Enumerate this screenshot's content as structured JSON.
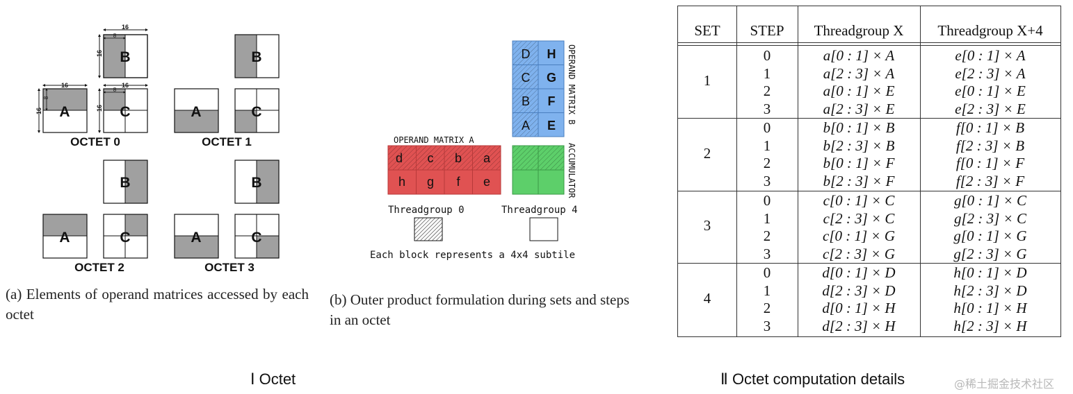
{
  "figure_a": {
    "octets": [
      "OCTET 0",
      "OCTET 1",
      "OCTET 2",
      "OCTET 3"
    ],
    "labels": {
      "a": "A",
      "b": "B",
      "c": "C"
    },
    "dims": {
      "d16": "16",
      "d8": "8"
    },
    "caption": "(a) Elements of operand matrices accessed by each octet"
  },
  "figure_b": {
    "matrix_a_label": "OPERAND MATRIX A",
    "matrix_b_label": "OPERAND MATRIX B",
    "accumulator_label": "ACCUMULATOR",
    "a_top_row": [
      "d",
      "c",
      "b",
      "a"
    ],
    "a_bottom_row": [
      "h",
      "g",
      "f",
      "e"
    ],
    "b_col_left": [
      "D",
      "C",
      "B",
      "A"
    ],
    "b_col_right": [
      "H",
      "G",
      "F",
      "E"
    ],
    "tg0_label": "Threadgroup 0",
    "tg4_label": "Threadgroup 4",
    "note": "Each block represents a 4x4 subtile",
    "caption": "(b) Outer product formulation during sets and steps in an octet"
  },
  "table": {
    "headers": [
      "SET",
      "STEP",
      "Threadgroup X",
      "Threadgroup X+4"
    ],
    "sets": [
      {
        "set": "1",
        "rows": [
          {
            "step": "0",
            "x": "a[0 : 1] × A",
            "x4": "e[0 : 1] × A"
          },
          {
            "step": "1",
            "x": "a[2 : 3] × A",
            "x4": "e[2 : 3] × A"
          },
          {
            "step": "2",
            "x": "a[0 : 1] × E",
            "x4": "e[0 : 1] × E"
          },
          {
            "step": "3",
            "x": "a[2 : 3] × E",
            "x4": "e[2 : 3] × E"
          }
        ]
      },
      {
        "set": "2",
        "rows": [
          {
            "step": "0",
            "x": "b[0 : 1] × B",
            "x4": "f[0 : 1] × B"
          },
          {
            "step": "1",
            "x": "b[2 : 3] × B",
            "x4": "f[2 : 3] × B"
          },
          {
            "step": "2",
            "x": "b[0 : 1] × F",
            "x4": "f[0 : 1] × F"
          },
          {
            "step": "3",
            "x": "b[2 : 3] × F",
            "x4": "f[2 : 3] × F"
          }
        ]
      },
      {
        "set": "3",
        "rows": [
          {
            "step": "0",
            "x": "c[0 : 1] × C",
            "x4": "g[0 : 1] × C"
          },
          {
            "step": "1",
            "x": "c[2 : 3] × C",
            "x4": "g[2 : 3] × C"
          },
          {
            "step": "2",
            "x": "c[0 : 1] × G",
            "x4": "g[0 : 1] × G"
          },
          {
            "step": "3",
            "x": "c[2 : 3] × G",
            "x4": "g[2 : 3] × G"
          }
        ]
      },
      {
        "set": "4",
        "rows": [
          {
            "step": "0",
            "x": "d[0 : 1] × D",
            "x4": "h[0 : 1] × D"
          },
          {
            "step": "1",
            "x": "d[2 : 3] × D",
            "x4": "h[2 : 3] × D"
          },
          {
            "step": "2",
            "x": "d[0 : 1] × H",
            "x4": "h[0 : 1] × H"
          },
          {
            "step": "3",
            "x": "d[2 : 3] × H",
            "x4": "h[2 : 3] × H"
          }
        ]
      }
    ]
  },
  "titles": {
    "left": "Ⅰ Octet",
    "right": "Ⅱ Octet computation details"
  },
  "watermark": "@稀土掘金技术社区",
  "colors": {
    "shade": "#a0a0a0",
    "red": "#e05252",
    "blue": "#7fb2ee",
    "green": "#5dcf6a"
  }
}
